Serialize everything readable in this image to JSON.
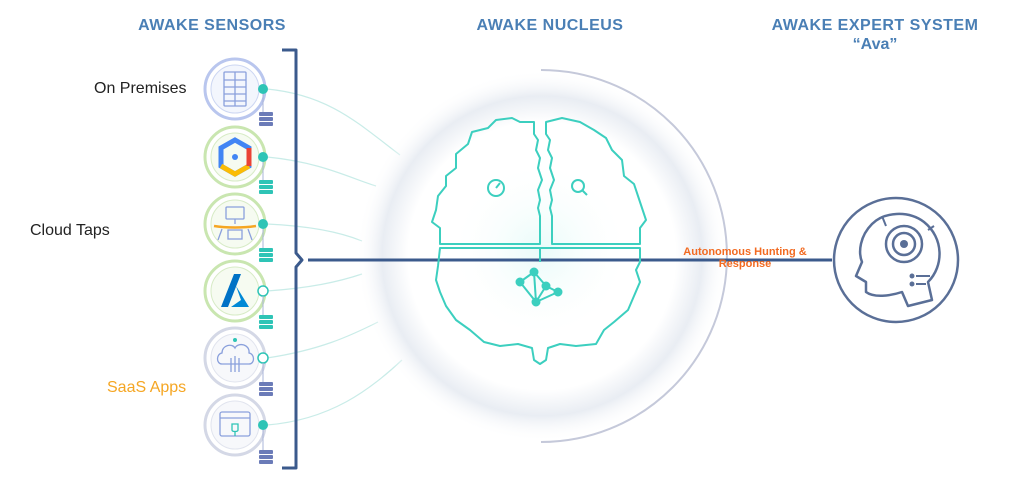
{
  "headers": {
    "sensors": "AWAKE SENSORS",
    "nucleus": "AWAKE NUCLEUS",
    "expert": "AWAKE EXPERT SYSTEM",
    "expert_sub": "“Ava”"
  },
  "groups": [
    {
      "label": "On Premises",
      "color": "#222222"
    },
    {
      "label": "Cloud Taps",
      "color": "#222222"
    },
    {
      "label": "SaaS Apps",
      "color": "#f5a623"
    }
  ],
  "sensors": [
    {
      "icon": "server-rack-icon"
    },
    {
      "icon": "google-cloud-icon"
    },
    {
      "icon": "network-tap-icon"
    },
    {
      "icon": "azure-icon"
    },
    {
      "icon": "cloud-upload-icon"
    },
    {
      "icon": "browser-plug-icon"
    }
  ],
  "flow": {
    "label_line1": "Autonomous Hunting &",
    "label_line2": "Response"
  },
  "icons": {
    "nucleus": "brain-circuit-icon",
    "expert": "robot-head-icon",
    "gauge": "gauge-icon",
    "search": "magnifier-icon",
    "network": "network-graph-icon"
  },
  "colors": {
    "title": "#4a7fb5",
    "teal": "#2ec4b6",
    "navy": "#3b5a8c",
    "orange": "#f26a21",
    "yellow": "#f5a623"
  }
}
